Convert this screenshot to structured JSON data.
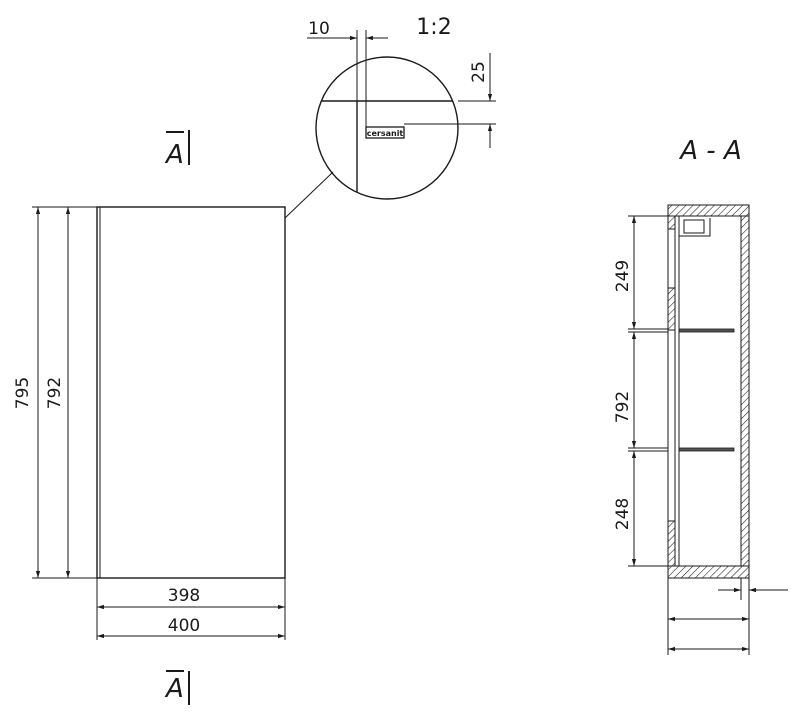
{
  "section_marks": {
    "top": "A",
    "bottom": "A"
  },
  "section_title": "A - A",
  "detail": {
    "scale": "1:2",
    "dim_gap": "10",
    "dim_offset": "25",
    "logo_text": "cersanit"
  },
  "front_view": {
    "height_outer": "795",
    "height_inner": "792",
    "width_inner": "398",
    "width_outer": "400"
  },
  "section_view": {
    "dim_top": "249",
    "dim_middle": "792",
    "dim_bottom": "248"
  }
}
